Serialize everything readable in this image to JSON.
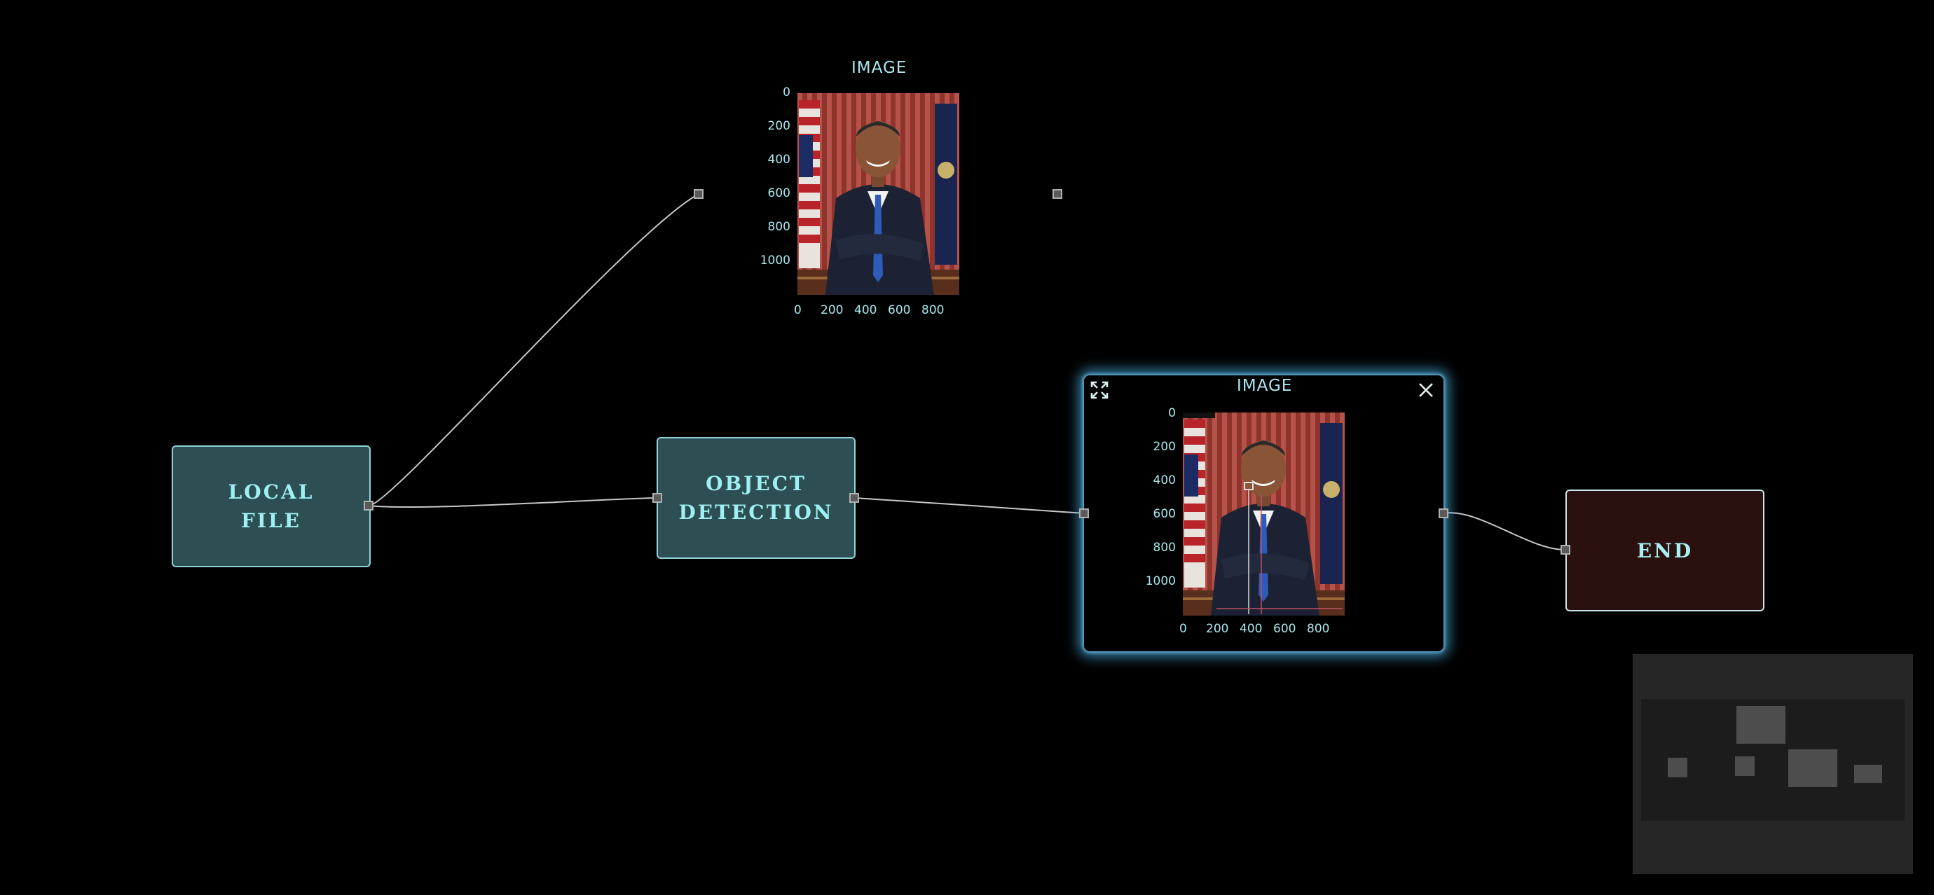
{
  "nodes": {
    "local_file": {
      "line1": "LOCAL",
      "line2": "FILE"
    },
    "object_detection": {
      "line1": "OBJECT",
      "line2": "DETECTION"
    },
    "end": {
      "label": "END"
    }
  },
  "image_preview": {
    "title": "IMAGE",
    "y_ticks": [
      "0",
      "200",
      "400",
      "600",
      "800",
      "1000"
    ],
    "x_ticks": [
      "0",
      "200",
      "400",
      "600",
      "800"
    ],
    "photo_icon": "portrait-photo"
  },
  "image_viewer": {
    "title": "IMAGE",
    "y_ticks": [
      "0",
      "200",
      "400",
      "600",
      "800",
      "1000"
    ],
    "x_ticks": [
      "0",
      "200",
      "400",
      "600",
      "800"
    ],
    "expand_icon": "expand-icon",
    "close_icon": "close-icon"
  },
  "colors": {
    "process_node_fill": "#2d4e53",
    "process_node_border": "#8fd3d6",
    "end_node_fill": "#2b1010",
    "viewer_glow": "#46a5d7",
    "edge": "#c8c8c8"
  }
}
